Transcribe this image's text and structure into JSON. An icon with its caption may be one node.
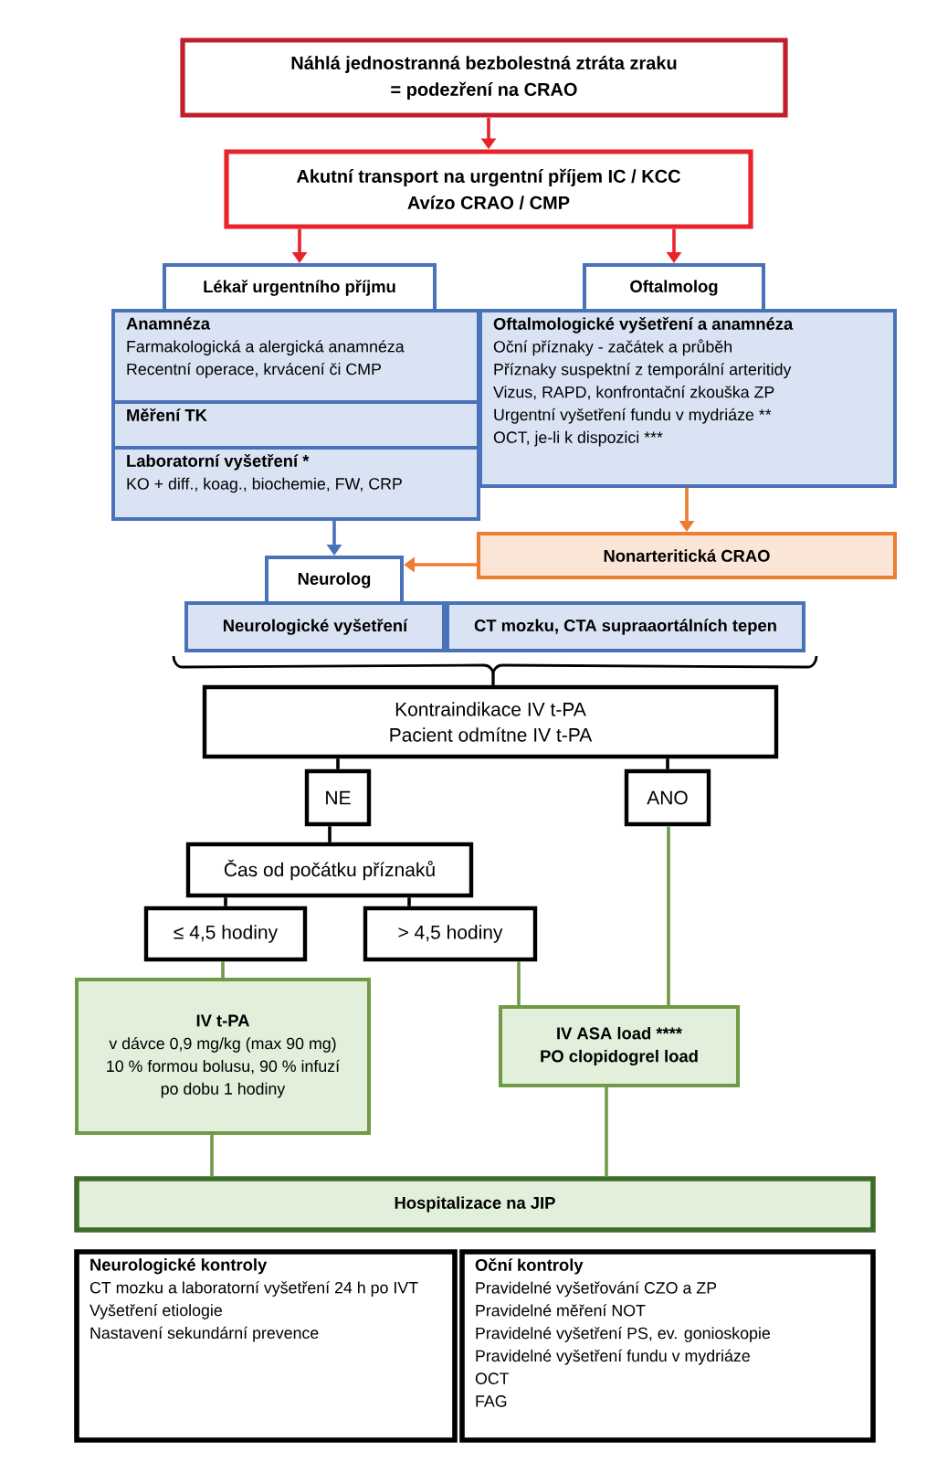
{
  "diagram": {
    "nodes": [
      {
        "text": [
          "Náhlá jednostranná bezbolestná ztráta zraku",
          "= podezření na CRAO"
        ]
      },
      {
        "text": [
          "Akutní transport na urgentní příjem IC / KCC",
          "Avízo CRAO / CMP"
        ]
      },
      {
        "text": [
          "Lékař urgentního příjmu"
        ]
      },
      {
        "text": [
          "Anamnéza",
          "Farmakologická a alergická anamnéza",
          "Recentní operace, krvácení či CMP"
        ]
      },
      {
        "text": [
          "Měření TK"
        ]
      },
      {
        "text": [
          "Laboratorní vyšetření *",
          "KO + diff., koag., biochemie, FW, CRP"
        ]
      },
      {
        "text": [
          "Oftalmolog"
        ]
      },
      {
        "text": [
          "Oftalmologické vyšetření a anamnéza",
          "Oční příznaky - začátek a průběh",
          "Příznaky suspektní z temporální arteritidy",
          "Vizus, RAPD, konfrontační zkouška ZP",
          "Urgentní vyšetření fundu v mydriáze **",
          "OCT, je-li k dispozici ***"
        ]
      },
      {
        "text": [
          "Nonarteritická CRAO"
        ]
      },
      {
        "text": [
          "Neurolog"
        ]
      },
      {
        "text": [
          "Neurologické vyšetření"
        ]
      },
      {
        "text": [
          "CT mozku, CTA supraaortálních tepen"
        ]
      },
      {
        "text": [
          "Kontraindikace IV t-PA",
          "Pacient odmítne IV t-PA"
        ]
      },
      {
        "text": [
          "NE"
        ]
      },
      {
        "text": [
          "ANO"
        ]
      },
      {
        "text": [
          "Čas od počátku příznaků"
        ]
      },
      {
        "text": [
          "≤ 4,5 hodiny"
        ]
      },
      {
        "text": [
          "> 4,5 hodiny"
        ]
      },
      {
        "text": [
          "IV t-PA",
          "v dávce 0,9 mg/kg (max 90 mg)",
          "10 % formou bolusu, 90 % infuzí po dobu 1 hodiny"
        ]
      },
      {
        "text": [
          "IV ASA load ****",
          "PO clopidogrel load"
        ]
      },
      {
        "text": [
          "Hospitalizace na JIP"
        ]
      },
      {
        "text": [
          "Neurologické kontroly",
          "CT mozku a laboratorní vyšetření 24 h po IVT",
          "Vyšetření etiologie",
          "Nastavení sekundární prevence"
        ]
      },
      {
        "text": [
          "Oční kontroly",
          "Pravidelné vyšetřování CZO a ZP",
          "Pravidelné měření NOT",
          "Pravidelné vyšetření PS, ev. gonioskopie",
          "Pravidelné vyšetření fundu v mydriáze",
          "OCT",
          "FAG"
        ]
      }
    ],
    "edges": [
      {
        "from": 0,
        "to": 1,
        "arrow": "to",
        "color": "#e8232a"
      },
      {
        "from": 1,
        "to": 2,
        "arrow": "to",
        "color": "#e8232a"
      },
      {
        "from": 1,
        "to": 6,
        "arrow": "to",
        "color": "#e8232a"
      },
      {
        "from": 5,
        "to": 9,
        "arrow": "to",
        "color": "#4a72b8"
      },
      {
        "from": 7,
        "to": 8,
        "arrow": "to",
        "color": "#ed7d31"
      },
      {
        "from": 8,
        "to": 9,
        "arrow": "to",
        "color": "#ed7d31"
      },
      {
        "from": 10,
        "to": 12,
        "arrow": "none"
      },
      {
        "from": 11,
        "to": 12,
        "arrow": "none"
      },
      {
        "from": 12,
        "to": 13,
        "arrow": "none"
      },
      {
        "from": 12,
        "to": 14,
        "arrow": "none"
      },
      {
        "from": 13,
        "to": 15,
        "arrow": "none"
      },
      {
        "from": 15,
        "to": 16,
        "arrow": "none"
      },
      {
        "from": 15,
        "to": 17,
        "arrow": "none"
      },
      {
        "from": 16,
        "to": 18,
        "arrow": "none",
        "color": "#6f9b47"
      },
      {
        "from": 17,
        "to": 19,
        "arrow": "none",
        "color": "#6f9b47"
      },
      {
        "from": 14,
        "to": 19,
        "arrow": "none",
        "color": "#6f9b47"
      },
      {
        "from": 18,
        "to": 20,
        "arrow": "none",
        "color": "#6f9b47"
      },
      {
        "from": 19,
        "to": 20,
        "arrow": "none",
        "color": "#6f9b47"
      }
    ]
  }
}
